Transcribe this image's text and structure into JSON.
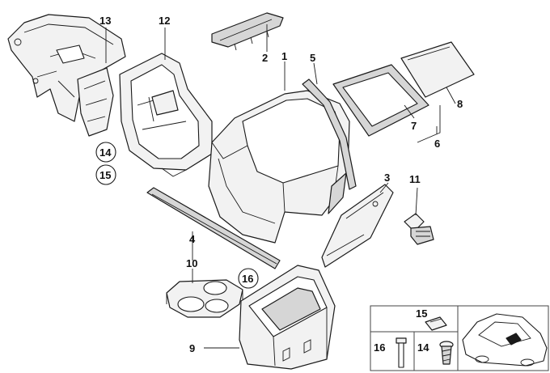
{
  "callouts": {
    "p1": "1",
    "p2": "2",
    "p3": "3",
    "p4": "4",
    "p5": "5",
    "p6": "6",
    "p7": "7",
    "p8": "8",
    "p9": "9",
    "p10": "10",
    "p11": "11",
    "p12": "12",
    "p13": "13",
    "p14": "14",
    "p15": "15",
    "p16": "16"
  },
  "inset": {
    "l15": "15",
    "l16": "16",
    "l14": "14"
  }
}
